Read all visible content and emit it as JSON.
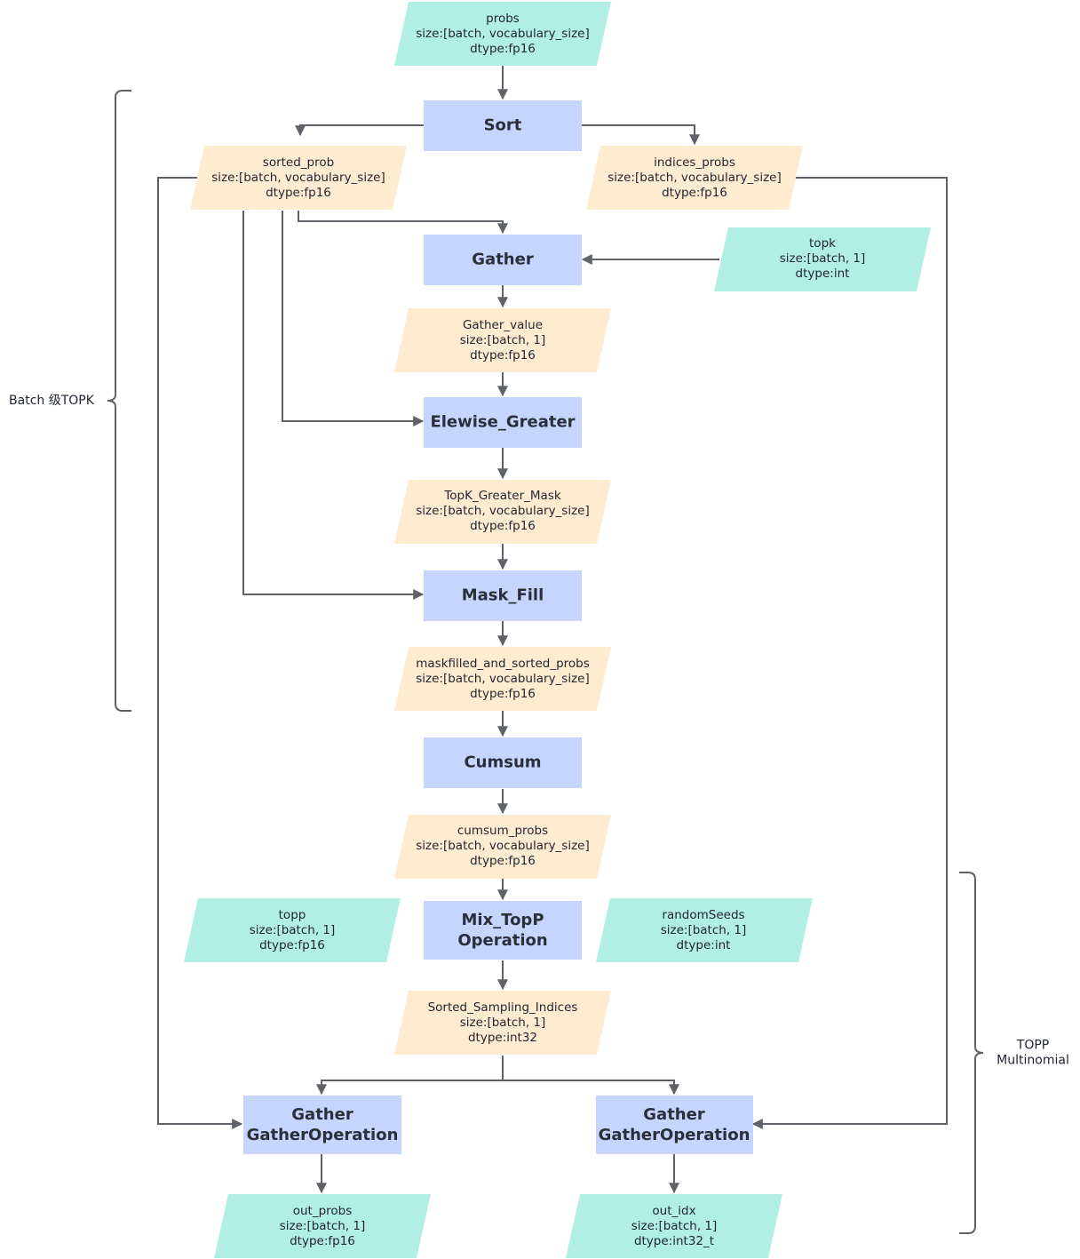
{
  "colors": {
    "input_data": "#b1efe2",
    "intermediate_data": "#ffebd0",
    "operation": "#c5d5fd",
    "edge": "#5f6368"
  },
  "operations": {
    "sort": [
      "Sort"
    ],
    "gather_top": [
      "Gather"
    ],
    "elewise_greater": [
      "Elewise_Greater"
    ],
    "mask_fill": [
      "Mask_Fill"
    ],
    "cumsum": [
      "Cumsum"
    ],
    "mix_topp": [
      "Mix_TopP",
      "Operation"
    ],
    "gather_left": [
      "Gather",
      "GatherOperation"
    ],
    "gather_right": [
      "Gather",
      "GatherOperation"
    ]
  },
  "tensors": {
    "probs": [
      "probs",
      "size:[batch, vocabulary_size]",
      "dtype:fp16"
    ],
    "sorted_prob": [
      "sorted_prob",
      "size:[batch, vocabulary_size]",
      "dtype:fp16"
    ],
    "indices_probs": [
      "indices_probs",
      "size:[batch, vocabulary_size]",
      "dtype:fp16"
    ],
    "topk": [
      "topk",
      "size:[batch, 1]",
      "dtype:int"
    ],
    "gather_value": [
      "Gather_value",
      "size:[batch, 1]",
      "dtype:fp16"
    ],
    "topk_greater_mask": [
      "TopK_Greater_Mask",
      "size:[batch, vocabulary_size]",
      "dtype:fp16"
    ],
    "maskfilled_and_sorted_probs": [
      "maskfilled_and_sorted_probs",
      "size:[batch, vocabulary_size]",
      "dtype:fp16"
    ],
    "cumsum_probs": [
      "cumsum_probs",
      "size:[batch, vocabulary_size]",
      "dtype:fp16"
    ],
    "topp": [
      "topp",
      "size:[batch, 1]",
      "dtype:fp16"
    ],
    "random_seeds": [
      "randomSeeds",
      "size:[batch, 1]",
      "dtype:int"
    ],
    "sorted_sampling_indices": [
      "Sorted_Sampling_Indices",
      "size:[batch, 1]",
      "dtype:int32"
    ],
    "out_probs": [
      "out_probs",
      "size:[batch, 1]",
      "dtype:fp16"
    ],
    "out_idx": [
      "out_idx",
      "size:[batch, 1]",
      "dtype:int32_t"
    ]
  },
  "groups": {
    "batch_topk": [
      "Batch 级TOPK"
    ],
    "topp_multinomial": [
      "TOPP",
      "Multinomial"
    ]
  }
}
